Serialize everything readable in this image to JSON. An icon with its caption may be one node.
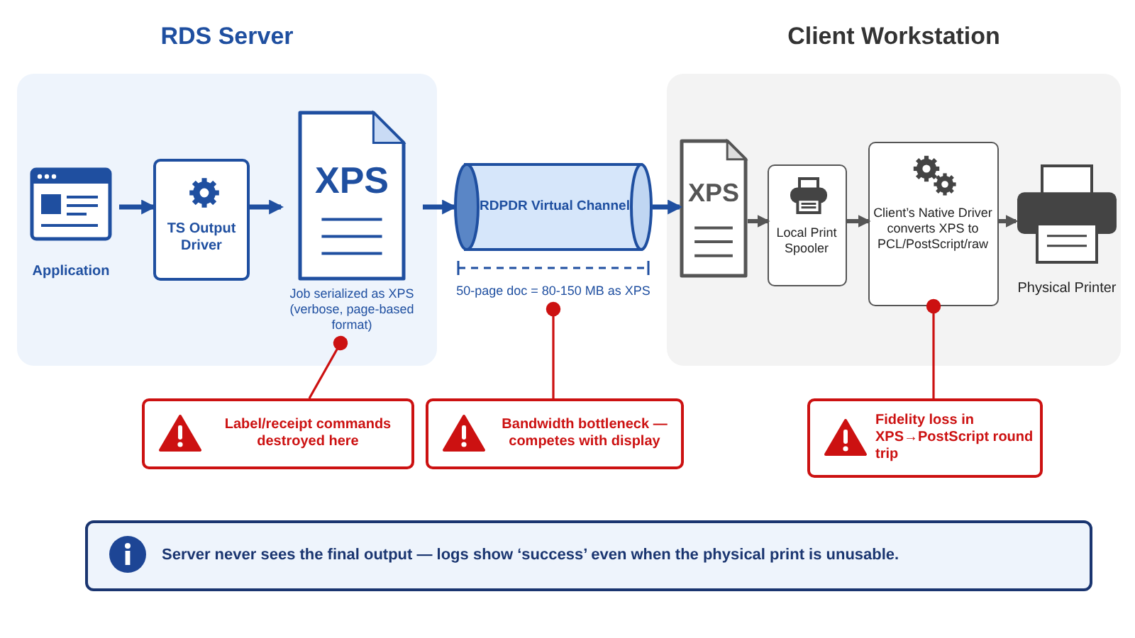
{
  "diagram": {
    "nodes": [
      {
        "text": [
          "RDS Server"
        ]
      },
      {
        "text": [
          "Client Workstation"
        ]
      },
      {
        "text": [
          "Application"
        ],
        "in": 0
      },
      {
        "text": [
          "TS Output Driver"
        ],
        "in": 0
      },
      {
        "text": [
          "XPS"
        ],
        "in": 0,
        "beside": [
          "Job serialized as XPS (verbose, page-based format)"
        ]
      },
      {
        "text": [
          "RDPDR Virtual Channel"
        ],
        "beside": [
          "50-page doc = 80-150 MB as XPS"
        ]
      },
      {
        "text": [
          "XPS"
        ],
        "in": 1
      },
      {
        "text": [
          "Local Print Spooler"
        ],
        "in": 1
      },
      {
        "text": [
          "Client’s Native Driver converts XPS to PCL/PostScript/raw"
        ],
        "in": 1
      },
      {
        "text": [
          "Physical Printer"
        ],
        "in": 1
      },
      {
        "text": [
          "Label/receipt commands destroyed here"
        ]
      },
      {
        "text": [
          "Bandwidth bottleneck — competes with display"
        ]
      },
      {
        "text": [
          "Fidelity loss in XPS→PostScript round trip"
        ]
      },
      {
        "text": [
          "Server never sees the final output — logs show ‘success’ even when the physical print is unusable."
        ]
      }
    ],
    "edges": [
      {
        "from": 2,
        "to": 3,
        "arrow": "to"
      },
      {
        "from": 3,
        "to": 4,
        "arrow": "to"
      },
      {
        "from": 4,
        "to": 5,
        "arrow": "to"
      },
      {
        "from": 5,
        "to": 6,
        "arrow": "to"
      },
      {
        "from": 6,
        "to": 7,
        "arrow": "to",
        "color": "#555555"
      },
      {
        "from": 7,
        "to": 8,
        "arrow": "to",
        "color": "#555555"
      },
      {
        "from": 8,
        "to": 9,
        "arrow": "to",
        "color": "#555555"
      },
      {
        "from": 10,
        "to": 4,
        "arrow": "other",
        "color": "#cc1111"
      },
      {
        "from": 11,
        "to": 5,
        "arrow": "other",
        "color": "#cc1111"
      },
      {
        "from": 12,
        "to": 8,
        "arrow": "other",
        "color": "#cc1111"
      }
    ]
  }
}
